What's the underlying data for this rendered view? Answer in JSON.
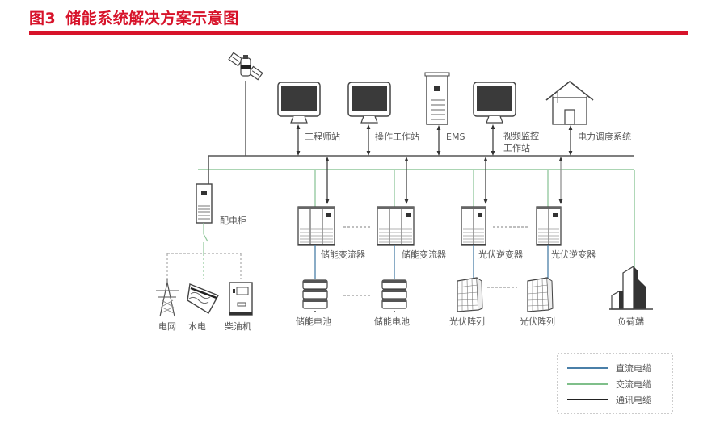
{
  "header": {
    "figure_number": "图3",
    "title": "储能系统解决方案示意图"
  },
  "colors": {
    "title_red": "#d7132a",
    "dc_cable": "#4a7fa8",
    "ac_cable": "#7fbf8a",
    "comm_cable": "#333333"
  },
  "top_nodes": [
    {
      "id": "satellite",
      "icon": "satellite-icon"
    },
    {
      "id": "engineer",
      "icon": "monitor-icon",
      "label": "工程师站"
    },
    {
      "id": "operator",
      "icon": "monitor-icon",
      "label": "操作工作站"
    },
    {
      "id": "ems",
      "icon": "server-cabinet-icon",
      "label": "EMS"
    },
    {
      "id": "video",
      "icon": "monitor-icon",
      "label_line1": "视频监控",
      "label_line2": "工作站"
    },
    {
      "id": "dispatch",
      "icon": "house-icon",
      "label": "电力调度系统"
    }
  ],
  "distribution": {
    "label": "配电柜",
    "icon": "distribution-cabinet-icon"
  },
  "sources": [
    {
      "label": "电网",
      "icon": "power-tower-icon"
    },
    {
      "label": "水电",
      "icon": "hydro-dam-icon"
    },
    {
      "label": "柴油机",
      "icon": "diesel-generator-icon"
    }
  ],
  "converters": [
    {
      "label": "储能变流器",
      "icon": "pcs-cabinet-icon"
    },
    {
      "label": "储能变流器",
      "icon": "pcs-cabinet-icon"
    },
    {
      "label": "光伏逆变器",
      "icon": "inverter-cabinet-icon"
    },
    {
      "label": "光伏逆变器",
      "icon": "inverter-cabinet-icon"
    }
  ],
  "bottom_devices": [
    {
      "label": "储能电池",
      "icon": "battery-rack-icon"
    },
    {
      "label": "储能电池",
      "icon": "battery-rack-icon"
    },
    {
      "label": "光伏阵列",
      "icon": "solar-panel-icon"
    },
    {
      "label": "光伏阵列",
      "icon": "solar-panel-icon"
    }
  ],
  "load": {
    "label": "负荷端",
    "icon": "building-icon"
  },
  "legend": [
    {
      "label": "直流电缆",
      "type": "dc"
    },
    {
      "label": "交流电缆",
      "type": "ac"
    },
    {
      "label": "通讯电缆",
      "type": "comm"
    }
  ]
}
